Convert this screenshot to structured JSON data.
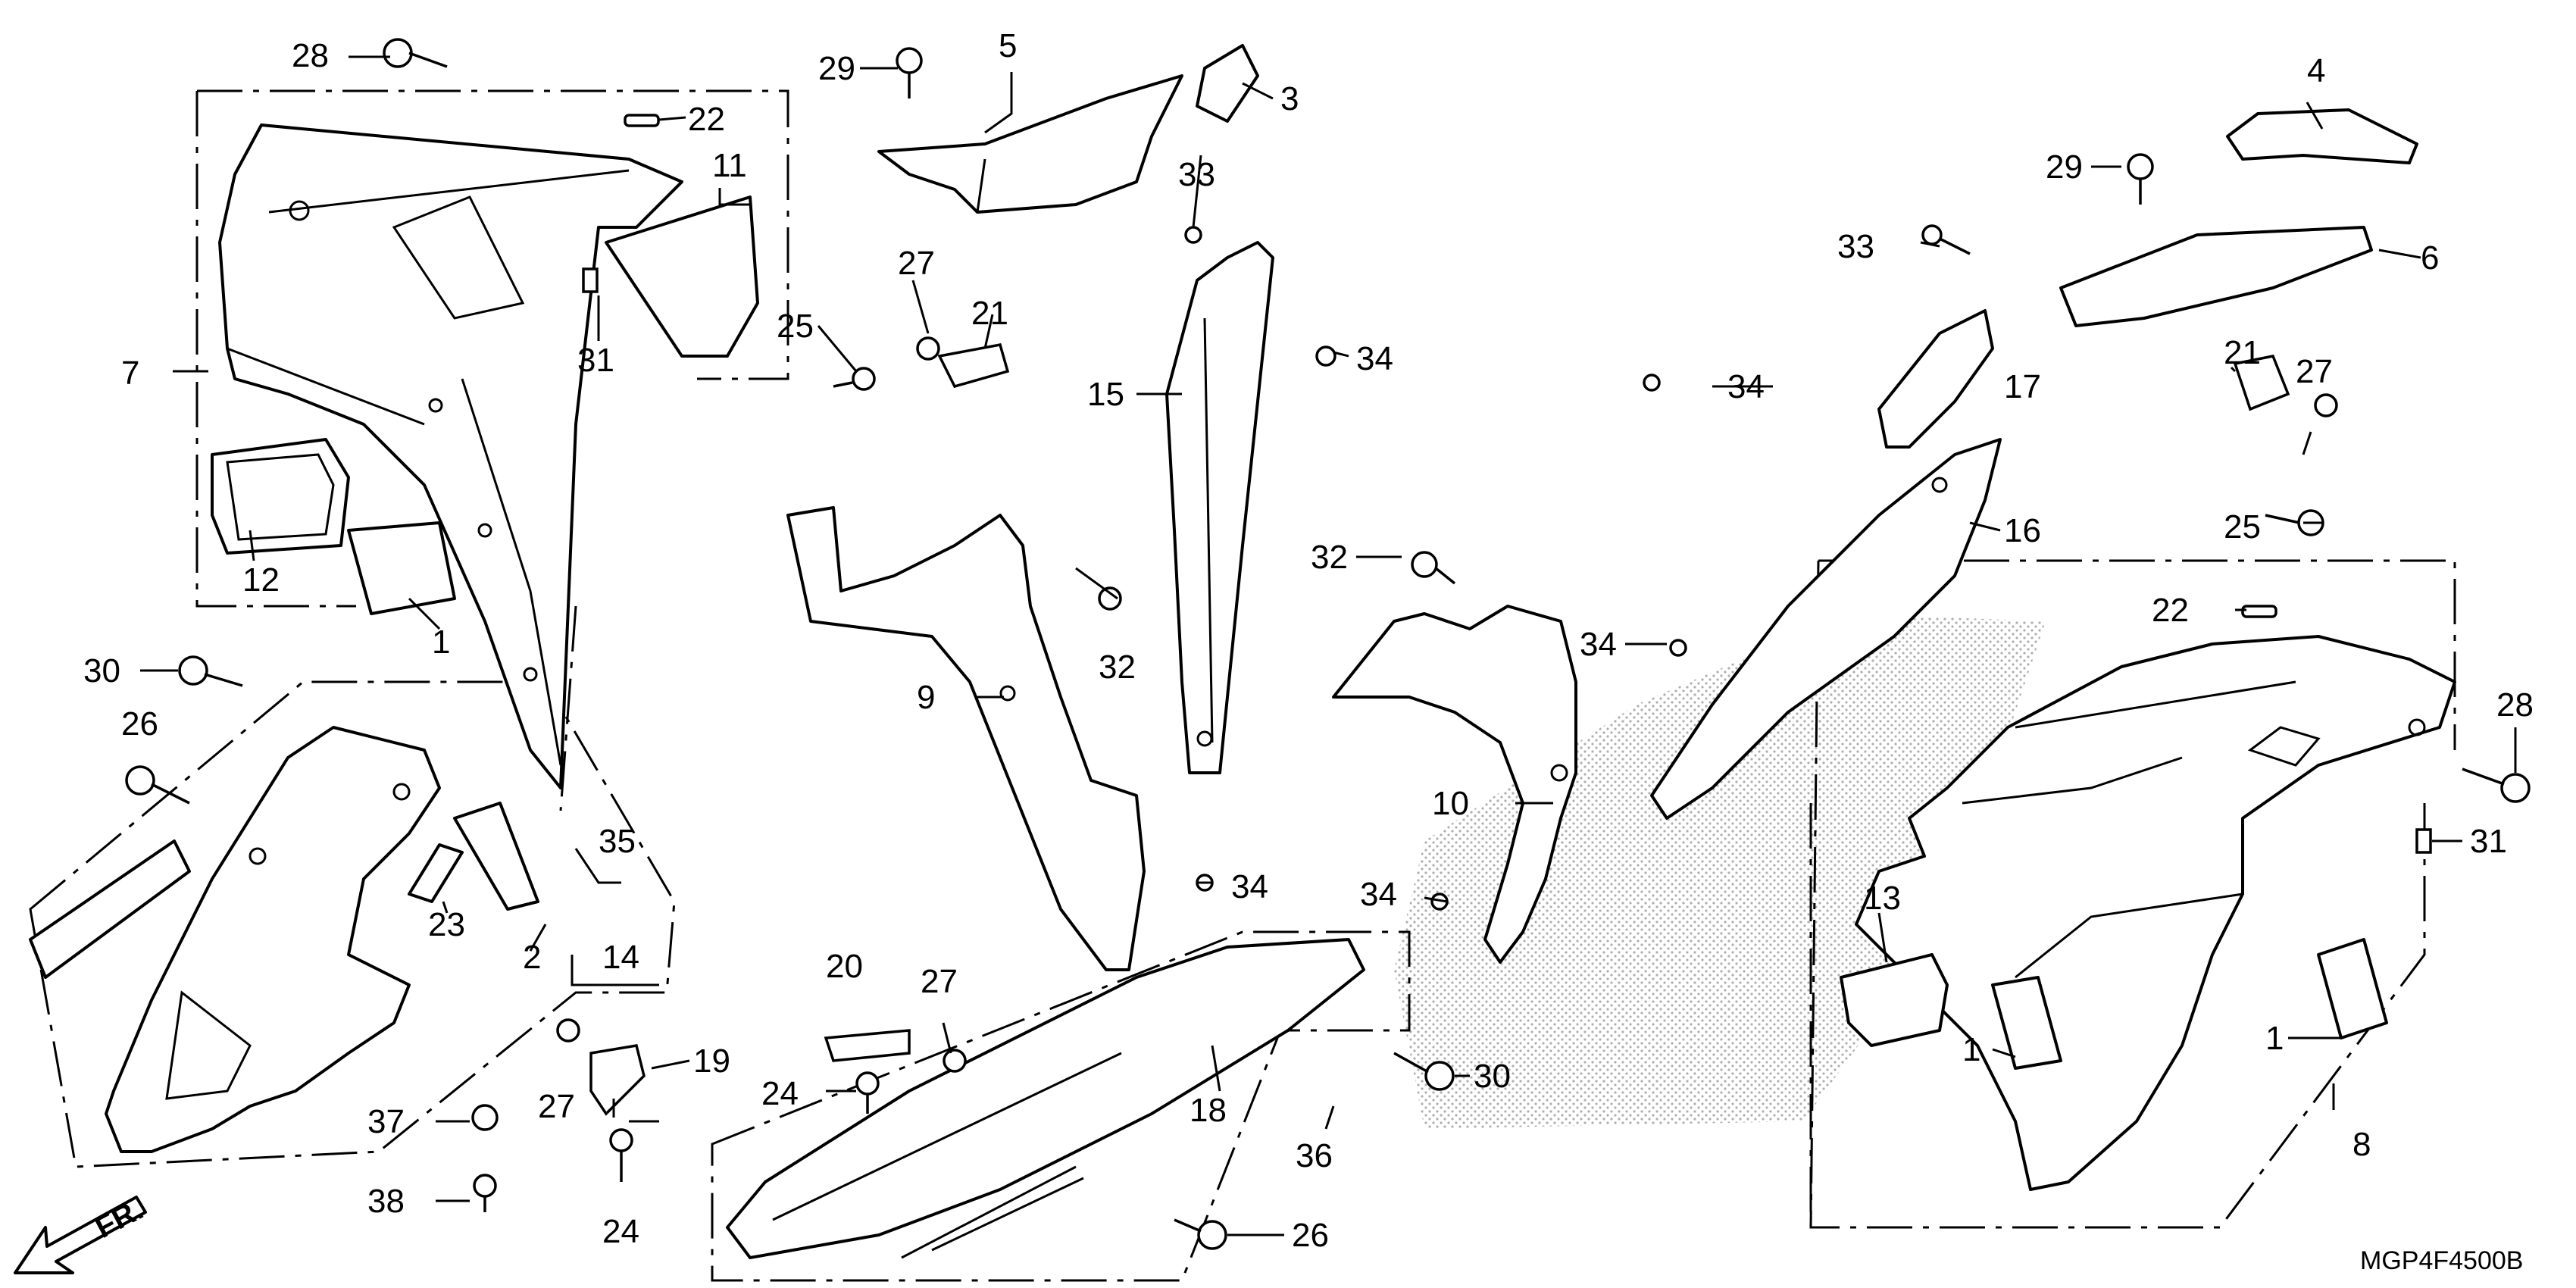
{
  "diagram": {
    "code": "MGP4F4500B",
    "direction_label": "FR."
  },
  "callouts": {
    "c1a": "1",
    "c1b": "1",
    "c1c": "1",
    "c2": "2",
    "c3": "3",
    "c4": "4",
    "c5": "5",
    "c6": "6",
    "c7": "7",
    "c8": "8",
    "c9": "9",
    "c10": "10",
    "c11": "11",
    "c12": "12",
    "c13": "13",
    "c14": "14",
    "c15": "15",
    "c16": "16",
    "c17": "17",
    "c18": "18",
    "c19": "19",
    "c20": "20",
    "c21a": "21",
    "c21b": "21",
    "c22a": "22",
    "c22b": "22",
    "c23": "23",
    "c24a": "24",
    "c24b": "24",
    "c25a": "25",
    "c25b": "25",
    "c26a": "26",
    "c26b": "26",
    "c27a": "27",
    "c27b": "27",
    "c27c": "27",
    "c27d": "27",
    "c28a": "28",
    "c28b": "28",
    "c29a": "29",
    "c29b": "29",
    "c30a": "30",
    "c30b": "30",
    "c31a": "31",
    "c31b": "31",
    "c32a": "32",
    "c32b": "32",
    "c33a": "33",
    "c33b": "33",
    "c34a": "34",
    "c34b": "34",
    "c34c": "34",
    "c34d": "34",
    "c34e": "34",
    "c35": "35",
    "c36": "36",
    "c37": "37",
    "c38": "38"
  },
  "colors": {
    "ink": "#000000",
    "paper": "#ffffff",
    "stipple": "#cfcfcf"
  }
}
